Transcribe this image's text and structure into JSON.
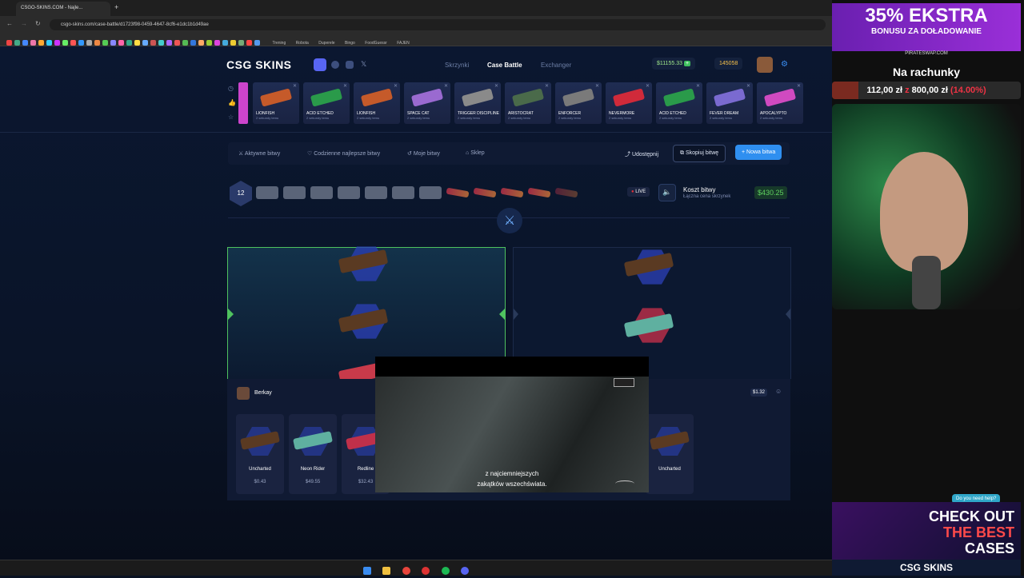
{
  "browser": {
    "tab_title": "CSGO-SKINS.COM - Najle...",
    "url": "csgo-skins.com/case-battle/d1723f98-0459-4647-8cf6-e1dc1b1d49ae",
    "bookmarks": [
      "Trening",
      "Robota",
      "Duperele",
      "Bingo",
      "FoodGuessr",
      "FAJEN"
    ]
  },
  "site": {
    "logo": "CSG SKINS",
    "nav": [
      "Skrzynki",
      "Case Battle",
      "Exchanger"
    ],
    "balance": "$11155.33",
    "coins": "145058"
  },
  "live_drops": [
    {
      "name": "LIONFISH",
      "sub": "2 sekundy temu"
    },
    {
      "name": "ACID ETCHED",
      "sub": "2 sekundy temu"
    },
    {
      "name": "LIONFISH",
      "sub": "2 sekundy temu"
    },
    {
      "name": "SPACE CAT",
      "sub": "2 sekundy temu"
    },
    {
      "name": "TRIGGER DISCIPLINE",
      "sub": "2 sekundy temu"
    },
    {
      "name": "ARISTOCRAT",
      "sub": "2 sekundy temu"
    },
    {
      "name": "ENFORCER",
      "sub": "2 sekundy temu"
    },
    {
      "name": "NEVERMORE",
      "sub": "2 sekundy temu"
    },
    {
      "name": "ACID ETCHED",
      "sub": "2 sekundy temu"
    },
    {
      "name": "FEVER DREAM",
      "sub": "2 sekundy temu"
    },
    {
      "name": "APOCALYPTO",
      "sub": "2 sekundy temu"
    }
  ],
  "battle_tabs": [
    "Aktywne bitwy",
    "Codzienne najlepsze bitwy",
    "Moje bitwy",
    "Sklep"
  ],
  "actions": {
    "share": "Udostępnij",
    "copy": "Skopiuj bitwę",
    "new": "+ Nowa bitwa"
  },
  "battle": {
    "round": "12",
    "live": "LIVE",
    "cost_title": "Koszt bitwy",
    "cost_sub": "Łączna cena skrzynek",
    "cost": "$430.25"
  },
  "player": {
    "name": "Berkay",
    "total": "$1.32"
  },
  "items": [
    {
      "name": "Uncharted",
      "price": "$0.43"
    },
    {
      "name": "Neon Rider",
      "price": "$49.55"
    },
    {
      "name": "Redline",
      "price": "$32.43"
    },
    {
      "name": "Uncharted",
      "price": ""
    }
  ],
  "video": {
    "subtitle_line1": "z najciemniejszych",
    "subtitle_line2": "zakątków wszechświata."
  },
  "stream": {
    "ad_top": "35% EKSTRA",
    "ad_top_sub": "BONUSU ZA DOŁADOWANIE",
    "ad_top_site": "PIRATESWAP.COM",
    "goal_title": "Na rachunky",
    "goal_current": "112,00 zł",
    "goal_sep": "z",
    "goal_target": "800,00 zł",
    "goal_pct": "(14.00%)",
    "help": "Do you need help?",
    "ad_bottom1": "CHECK OUT",
    "ad_bottom2": "THE BEST",
    "ad_bottom3": "CASES",
    "ad_bottom_brand": "CSG SKINS"
  },
  "colors": {
    "accent": "#2f8ff0",
    "green": "#5fd05f",
    "danger": "#e0313a"
  }
}
